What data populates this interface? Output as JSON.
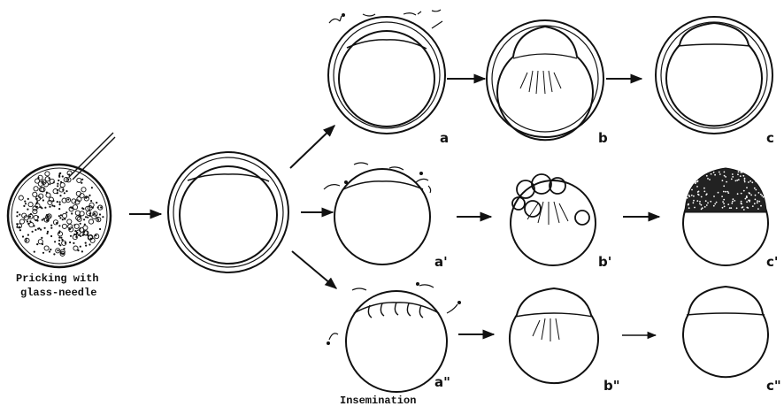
{
  "caption_pricking_line1": "Pricking with",
  "caption_pricking_line2": "glass-needle",
  "caption_insemination": "Insemination",
  "labels": {
    "a": "a",
    "b": "b",
    "c": "c",
    "a1": "a'",
    "b1": "b'",
    "c1": "c'",
    "a2": "a\"",
    "b2": "b\"",
    "c2": "c\""
  },
  "colors": {
    "ink": "#111111",
    "background": "#ffffff"
  }
}
